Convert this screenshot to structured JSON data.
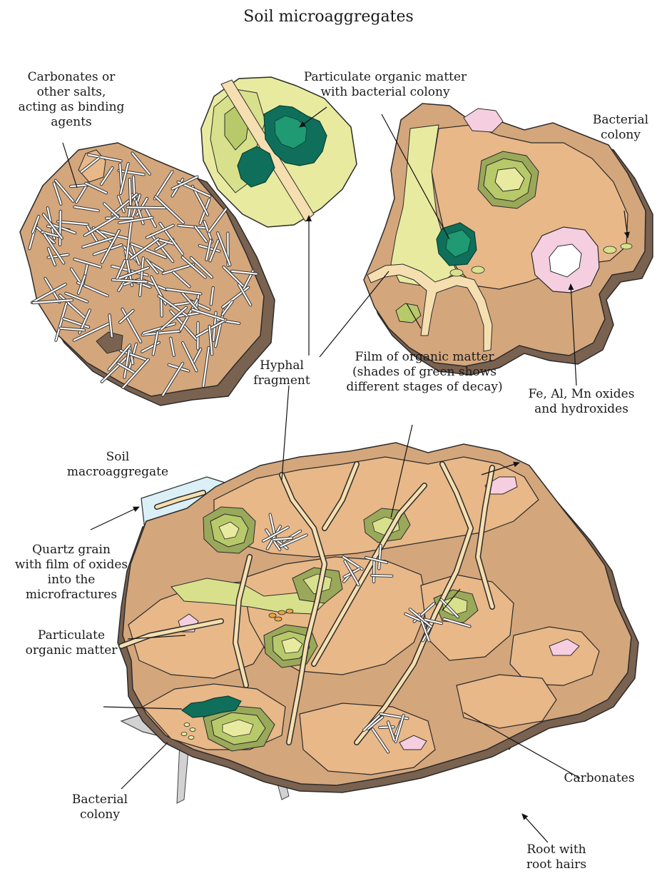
{
  "title": "Soil microaggregates",
  "labels": {
    "carbonates_salts": [
      "Carbonates or",
      "other salts,",
      "acting as binding",
      "agents"
    ],
    "pom_colony": [
      "Particulate organic matter",
      "with bacterial colony"
    ],
    "bacterial_colony_top": [
      "Bacterial",
      "colony"
    ],
    "hyphal_fragment": [
      "Hyphal",
      "fragment"
    ],
    "film_organic": [
      "Film of organic matter",
      "(shades of green shows",
      "different stages of decay)"
    ],
    "oxides": [
      "Fe, Al, Mn oxides",
      "and hydroxides"
    ],
    "macroaggregate": [
      "Soil",
      "macroaggregate"
    ],
    "quartz": [
      "Quartz grain",
      "with film of oxides",
      "into the",
      "microfractures"
    ],
    "pom": [
      "Particulate",
      "organic matter"
    ],
    "carbonates": [
      "Carbonates"
    ],
    "bacterial_colony_bottom": [
      "Bacterial",
      "colony"
    ],
    "root": [
      "Root with",
      "root hairs"
    ]
  },
  "colors": {
    "aggregate_light": "#e8b889",
    "aggregate_mid": "#d4a67c",
    "aggregate_dark": "#7a6250",
    "organic_pale": "#e8eb9f",
    "organic_light": "#d8e08c",
    "organic_mid": "#b8c96a",
    "organic_olive": "#9aa85a",
    "colony_dark": "#0f6f5a",
    "colony_mid": "#1f9a72",
    "oxide_pink": "#f5cfe0",
    "quartz_blue": "#daf0f6",
    "root_gray": "#d2d2d2",
    "hypha": "#f5dfb0",
    "crystal": "#ffffff"
  }
}
